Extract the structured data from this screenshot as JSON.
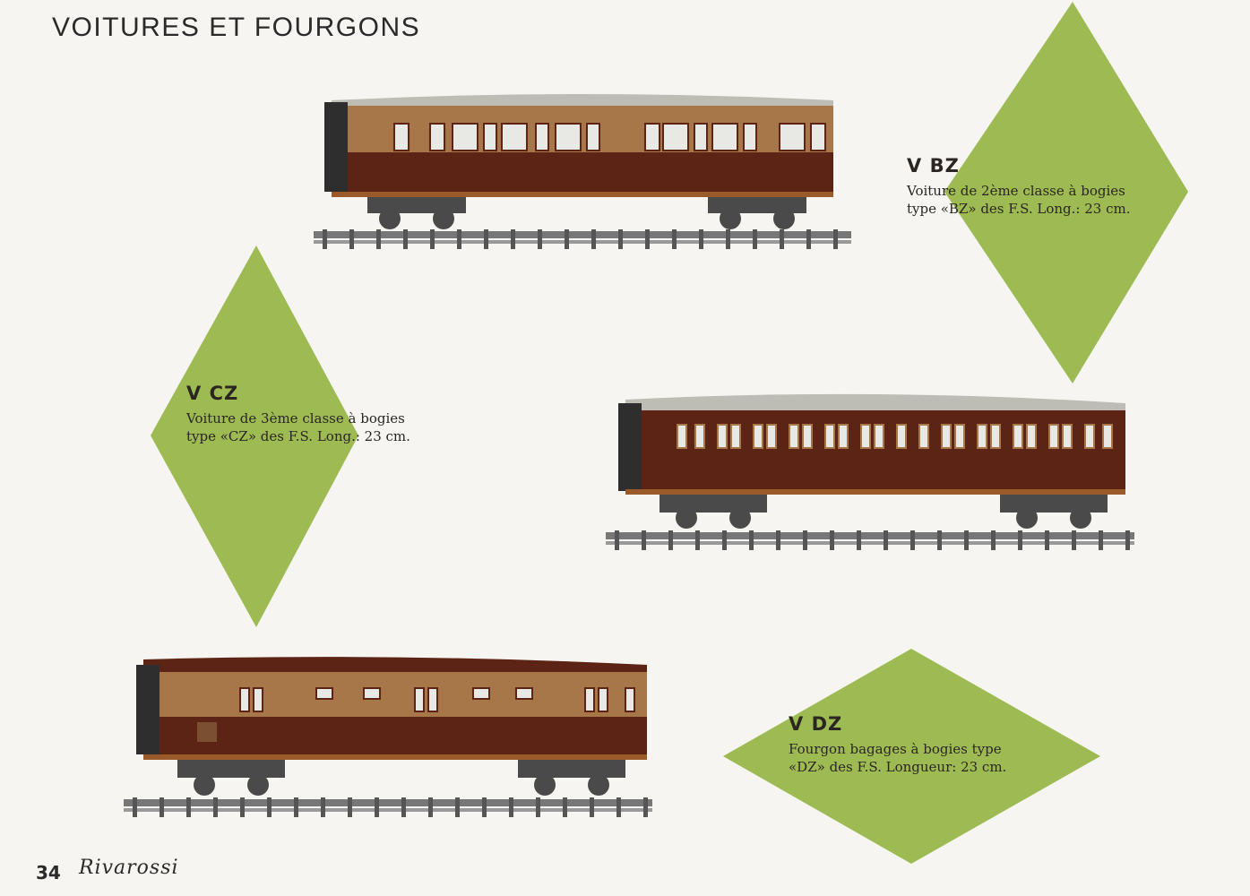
{
  "page": {
    "title": "VOITURES ET FOURGONS",
    "page_number": "34",
    "brand": "Rivarossi",
    "accent_color": "#9dbb52",
    "coach_color": "#5c2415",
    "coach_tan": "#a7774a"
  },
  "items": [
    {
      "code": "V BZ",
      "desc_line1": "Voiture de 2ème classe à bogies",
      "desc_line2": "type «BZ» des F.S. Long.: 23 cm."
    },
    {
      "code": "V CZ",
      "desc_line1": "Voiture de 3ème classe à bogies",
      "desc_line2": "type «CZ» des F.S. Long.: 23 cm."
    },
    {
      "code": "V DZ",
      "desc_line1": "Fourgon bagages à bogies type",
      "desc_line2": "«DZ» des F.S. Longueur: 23 cm."
    }
  ]
}
